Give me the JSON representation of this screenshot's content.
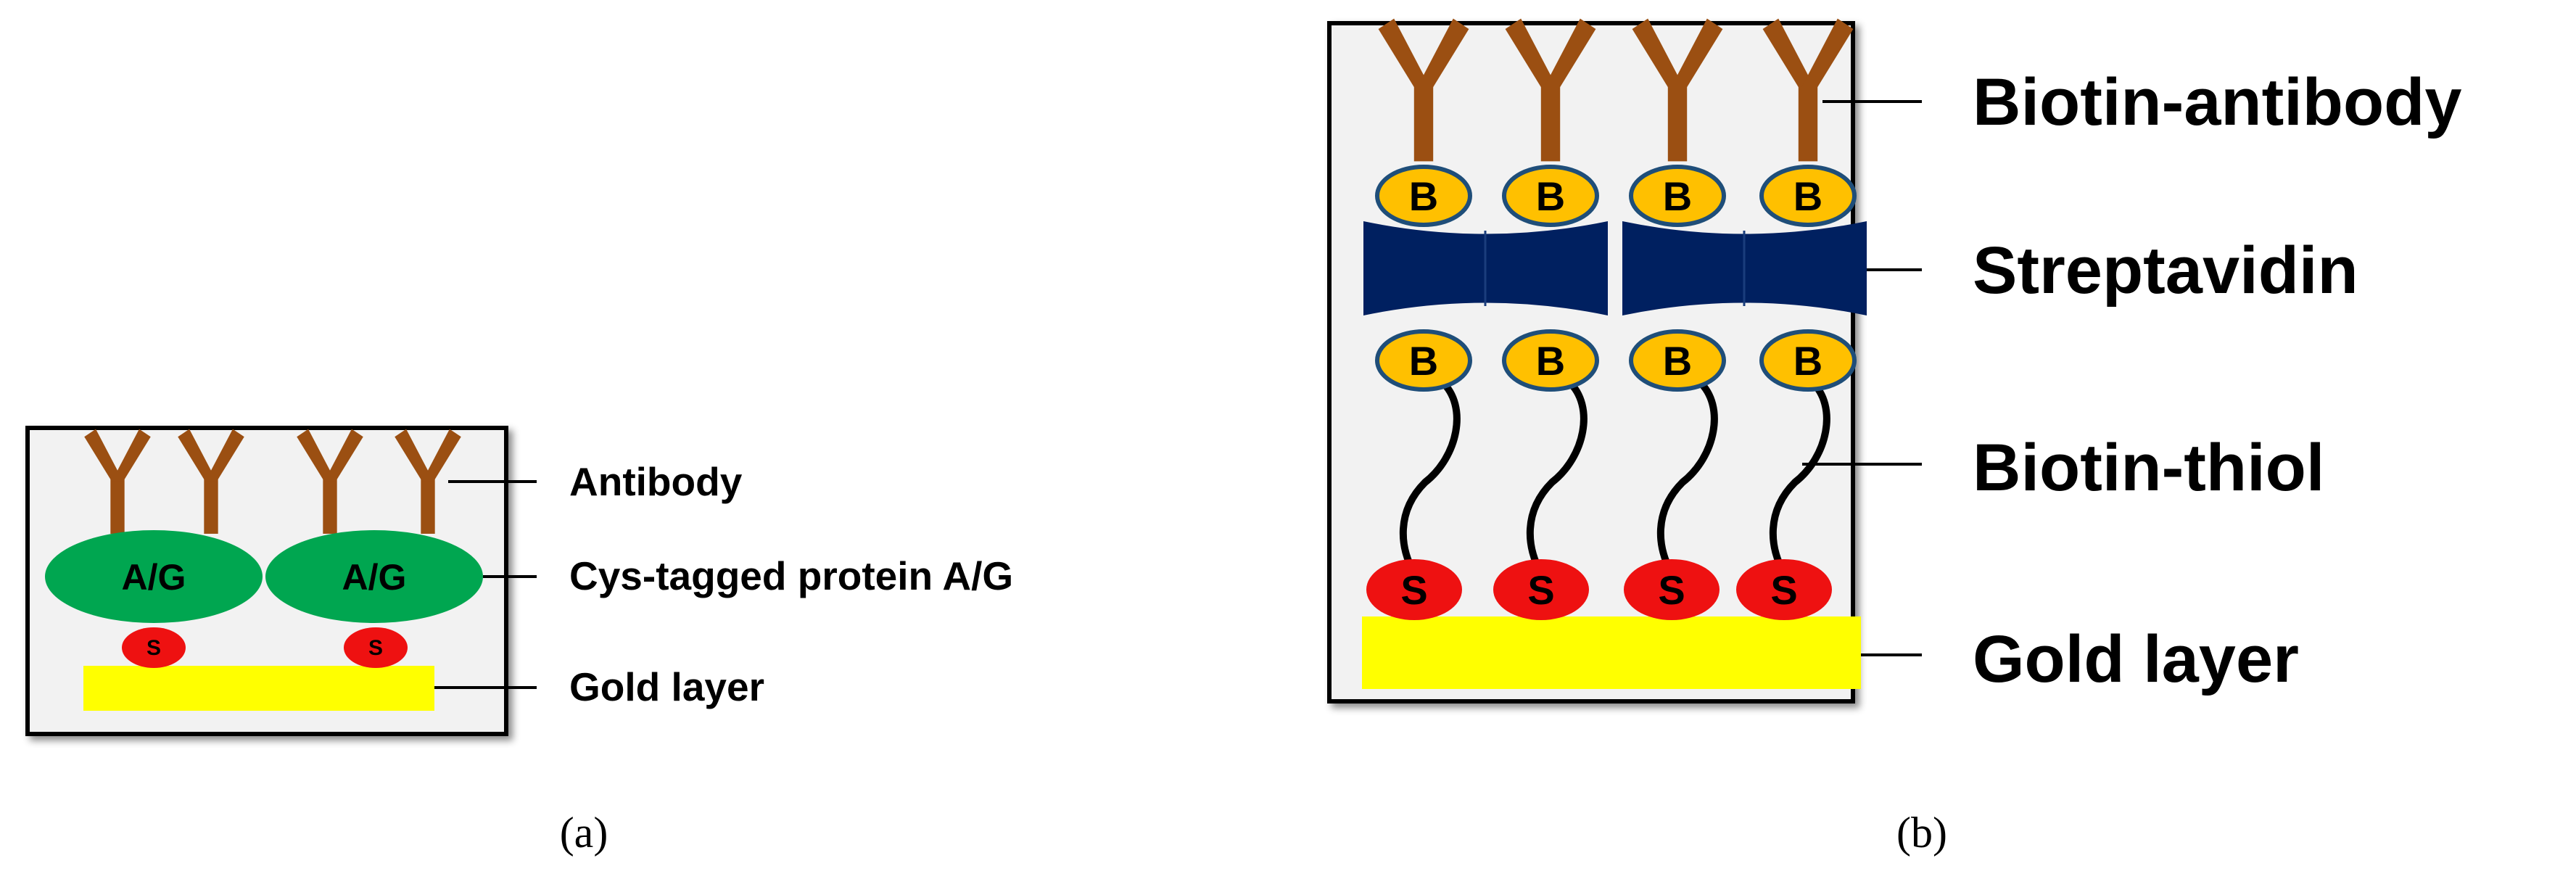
{
  "panel_a": {
    "molecule_text": "A/G",
    "sulfur_text": "S",
    "labels": [
      "Antibody",
      "Cys-tagged protein A/G",
      "Gold layer"
    ],
    "caption": "(a)"
  },
  "panel_b": {
    "biotin_text": "B",
    "sulfur_text": "S",
    "labels": [
      "Biotin-antibody",
      "Streptavidin",
      "Biotin-thiol",
      "Gold layer"
    ],
    "caption": "(b)"
  },
  "colors": {
    "antibody": "#9b4f12",
    "protein_ag": "#00a650",
    "sulfur": "#ee1111",
    "gold": "#ffff00",
    "biotin_fill": "#ffc000",
    "biotin_stroke": "#1f4e79",
    "streptavidin": "#002060",
    "panel_bg": "#f2f2f2"
  }
}
